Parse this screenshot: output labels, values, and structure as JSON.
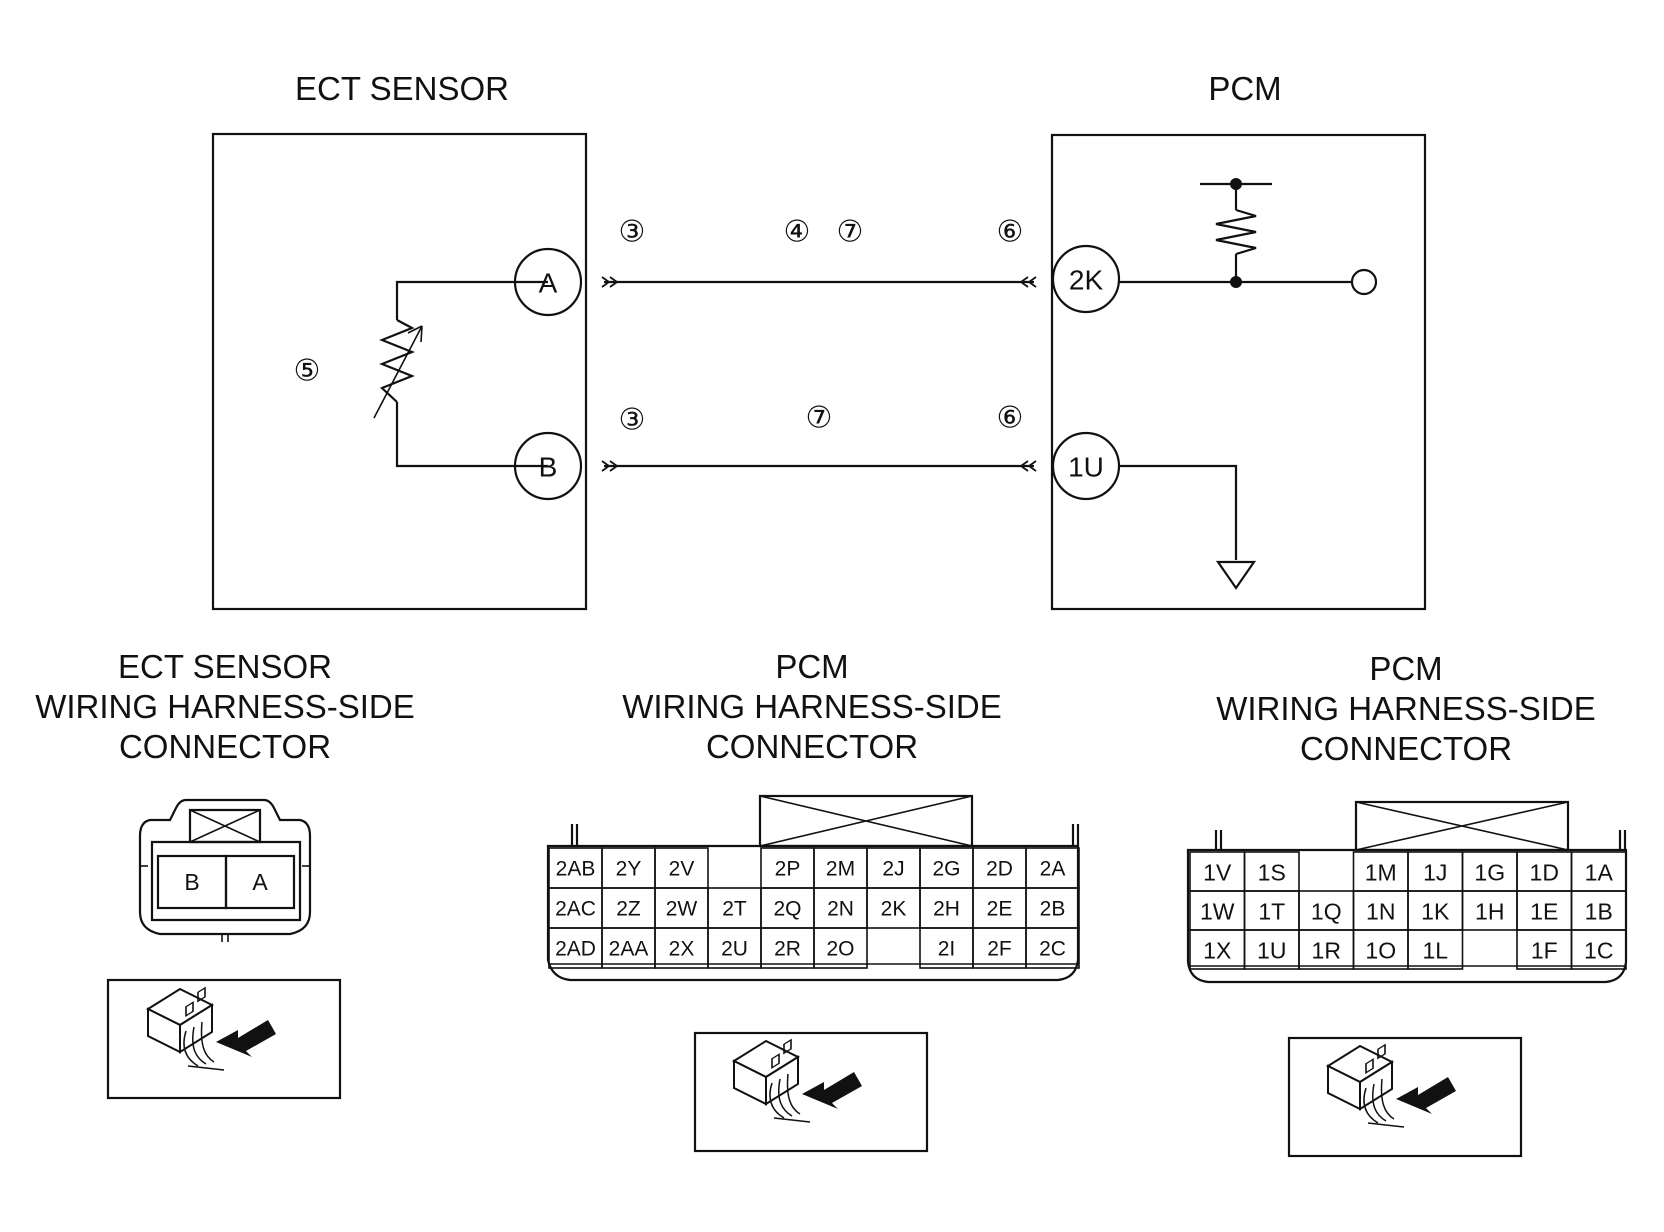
{
  "titles": {
    "ect_sensor": "ECT SENSOR",
    "pcm": "PCM",
    "ect_connector": [
      "ECT SENSOR",
      "WIRING HARNESS-SIDE",
      "CONNECTOR"
    ],
    "pcm_connector_2": [
      "PCM",
      "WIRING HARNESS-SIDE",
      "CONNECTOR"
    ],
    "pcm_connector_1": [
      "PCM",
      "WIRING HARNESS-SIDE",
      "CONNECTOR"
    ]
  },
  "terminals": {
    "ect_a": "A",
    "ect_b": "B",
    "pcm_2k": "2K",
    "pcm_1u": "1U"
  },
  "callouts": {
    "sensor_resistor": "⑤",
    "wire_a_sensor": "③",
    "wire_a_mid": [
      "④",
      "⑦"
    ],
    "wire_a_pcm": "⑥",
    "wire_b_sensor": "③",
    "wire_b_mid": "⑦",
    "wire_b_pcm": "⑥"
  },
  "connectors": {
    "ect_pins": [
      "B",
      "A"
    ],
    "pcm2_rows": [
      [
        "2AB",
        "2Y",
        "2V",
        "",
        "2P",
        "2M",
        "2J",
        "2G",
        "2D",
        "2A"
      ],
      [
        "2AC",
        "2Z",
        "2W",
        "2T",
        "2Q",
        "2N",
        "2K",
        "2H",
        "2E",
        "2B"
      ],
      [
        "2AD",
        "2AA",
        "2X",
        "2U",
        "2R",
        "2O",
        "",
        "2I",
        "2F",
        "2C"
      ]
    ],
    "pcm1_rows": [
      [
        "1V",
        "1S",
        "",
        "1M",
        "1J",
        "1G",
        "1D",
        "1A"
      ],
      [
        "1W",
        "1T",
        "1Q",
        "1N",
        "1K",
        "1H",
        "1E",
        "1B"
      ],
      [
        "1X",
        "1U",
        "1R",
        "1O",
        "1L",
        "",
        "1F",
        "1C"
      ]
    ]
  }
}
